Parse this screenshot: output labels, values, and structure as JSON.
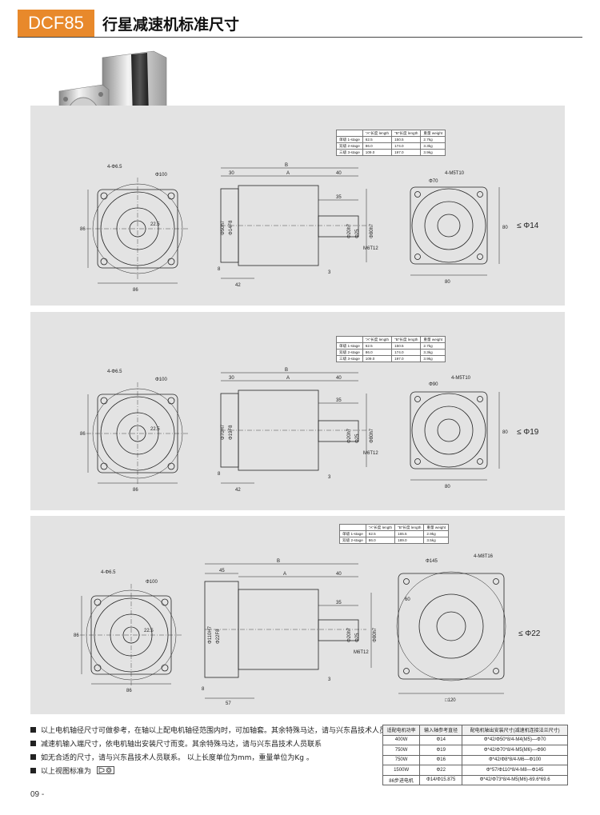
{
  "header": {
    "model": "DCF85",
    "title": "行星减速机标准尺寸"
  },
  "panels": [
    {
      "table": {
        "headers": [
          "",
          "\"A\"长度 length",
          "\"B\"长度 length",
          "重量 weight"
        ],
        "rows": [
          [
            "单级 1-stage",
            "62.5",
            "150.5",
            "2.7kg"
          ],
          [
            "双级 2-stage",
            "86.0",
            "174.0",
            "3.3kg"
          ],
          [
            "三级 3-stage",
            "109.0",
            "197.0",
            "3.9kg"
          ]
        ]
      },
      "shaft_note": "≤ Φ14",
      "dims": {
        "holes": "4-Φ6.5",
        "pcd": "Φ100",
        "square": "86",
        "square_bottom": "86",
        "bore": "22.5",
        "b": "B",
        "a": "A",
        "d30": "30",
        "d40": "40",
        "d35": "35",
        "d8": "8",
        "d42": "42",
        "d3": "3",
        "pilot": "Φ50h7",
        "flange": "Φ14F8",
        "shaft": "Φ20h7",
        "key": "Φ25",
        "spigot": "Φ80h7",
        "tap": "M6T12",
        "tap2": "4-M5T10",
        "d70": "Φ70",
        "side": "80",
        "side_h": "80"
      }
    },
    {
      "table": {
        "headers": [
          "",
          "\"A\"长度 length",
          "\"B\"长度 length",
          "重量 weight"
        ],
        "rows": [
          [
            "单级 1-stage",
            "62.5",
            "150.5",
            "2.7kg"
          ],
          [
            "双级 2-stage",
            "86.0",
            "174.0",
            "3.3kg"
          ],
          [
            "三级 3-stage",
            "109.0",
            "197.0",
            "3.9kg"
          ]
        ]
      },
      "shaft_note": "≤ Φ19",
      "dims": {
        "holes": "4-Φ6.5",
        "pcd": "Φ100",
        "square": "86",
        "square_bottom": "86",
        "bore": "22.5",
        "b": "B",
        "a": "A",
        "d30": "30",
        "d40": "40",
        "d35": "35",
        "d8": "8",
        "d42": "42",
        "d3": "3",
        "pilot": "Φ70H7",
        "flange": "Φ19F8",
        "shaft": "Φ20h7",
        "key": "Φ25",
        "spigot": "Φ80h7",
        "tap": "M6T12",
        "tap2": "4-M5T10",
        "d70": "Φ90",
        "side": "80",
        "side_h": "80"
      }
    },
    {
      "table": {
        "headers": [
          "",
          "\"A\"长度 length",
          "\"B\"长度 length",
          "重量 weight"
        ],
        "rows": [
          [
            "单级 1-stage",
            "62.5",
            "165.5",
            "2.9kg"
          ],
          [
            "双级 2-stage",
            "86.0",
            "189.0",
            "3.5kg"
          ]
        ]
      },
      "shaft_note": "≤ Φ22",
      "dims": {
        "holes": "4-Φ6.5",
        "pcd": "Φ100",
        "square": "86",
        "square_bottom": "86",
        "bore": "22.5",
        "b": "B",
        "a": "A",
        "d30": "45",
        "d40": "40",
        "d35": "35",
        "d8": "8",
        "d42": "57",
        "d3": "3",
        "pilot": "Φ110H7",
        "flange": "Φ22F8",
        "shaft": "Φ20h7",
        "key": "Φ25",
        "spigot": "Φ80h7",
        "tap": "M6T12",
        "tap2": "4-M8T16",
        "d70": "Φ145",
        "side": "□120",
        "side_h": "",
        "d60": "60"
      }
    }
  ],
  "notes": [
    "以上电机轴径尺寸可做参考，在轴以上配电机轴径范围内时，可加轴套。其余特殊马达，请与兴东昌技术人员联系",
    "减速机输入端尺寸，依电机轴出安装尺寸而变。其余特殊马达，请与兴东昌技术人员联系",
    "如无合适的尺寸，请与兴东昌技术人员联系。 以上长度单位为mm，重量单位为Kg 。",
    "以上视图标准为"
  ],
  "bottom_table": {
    "headers": [
      "适配电机功率",
      "输入轴参考直径",
      "配电机轴出安装尺寸(减速机连接法兰尺寸)"
    ],
    "rows": [
      [
        "400W",
        "Φ14",
        "Φ*42/Φ50*8/4-M4(M5)—Φ70"
      ],
      [
        "750W",
        "Φ19",
        "Φ*42/Φ70*8/4-M5(M6)—Φ90"
      ],
      [
        "750W",
        "Φ16",
        "Φ*42/Φ8*8/4-M6—Φ100"
      ],
      [
        "1500W",
        "Φ22",
        "Φ*57/Φ110*8/4-M8—Φ145"
      ],
      [
        "86步进电机",
        "Φ14/Φ15.875",
        "Φ*42/Φ73*8/4-M5(M6)-69.6*69.6"
      ]
    ]
  },
  "page_number": "09 -"
}
